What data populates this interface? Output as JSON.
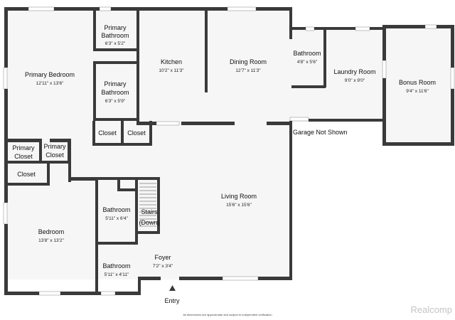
{
  "rooms": {
    "primary_bedroom": {
      "name": "Primary Bedroom",
      "dim": "12'11\" x 13'6\""
    },
    "primary_bath_1": {
      "name1": "Primary",
      "name2": "Bathroom",
      "dim": "6'3\" x 5'2\""
    },
    "primary_bath_2": {
      "name1": "Primary",
      "name2": "Bathroom",
      "dim": "6'3\" x 5'9\""
    },
    "kitchen": {
      "name": "Kitchen",
      "dim": "10'2\" x 11'3\""
    },
    "dining_room": {
      "name": "Dining Room",
      "dim": "12'7\" x 11'3\""
    },
    "bathroom_upper": {
      "name": "Bathroom",
      "dim": "4'8\" x 5'6\""
    },
    "laundry_room": {
      "name": "Laundry Room",
      "dim": "9'0\" x 9'0\""
    },
    "bonus_room": {
      "name": "Bonus Room",
      "dim": "9'4\" x 11'6\""
    },
    "closet_a": {
      "name": "Closet"
    },
    "closet_b": {
      "name": "Closet"
    },
    "primary_closet_1": {
      "name1": "Primary",
      "name2": "Closet"
    },
    "primary_closet_2": {
      "name1": "Primary",
      "name2": "Closet"
    },
    "closet_c": {
      "name": "Closet"
    },
    "bedroom": {
      "name": "Bedroom",
      "dim": "13'8\" x 13'2\""
    },
    "bathroom_mid": {
      "name": "Bathroom",
      "dim": "5'11\" x 6'4\""
    },
    "bathroom_low": {
      "name": "Bathroom",
      "dim": "5'11\" x 4'11\""
    },
    "stairs": {
      "name1": "Stairs",
      "name2": "(Down)"
    },
    "living_room": {
      "name": "Living Room",
      "dim": "15'6\" x 15'6\""
    },
    "foyer": {
      "name": "Foyer",
      "dim": "7'2\" x 3'4\""
    }
  },
  "notes": {
    "garage": "Garage Not Shown",
    "entry": "Entry",
    "disclaimer": "All dimensions are approximate and subject to independent verification",
    "brand": "Realcomp"
  },
  "colors": {
    "wall": "#3a3a3a",
    "floor": "#f6f6f6",
    "brand": "#c4c4c4"
  },
  "icons": {
    "entry_arrow": "triangle-up-icon"
  }
}
